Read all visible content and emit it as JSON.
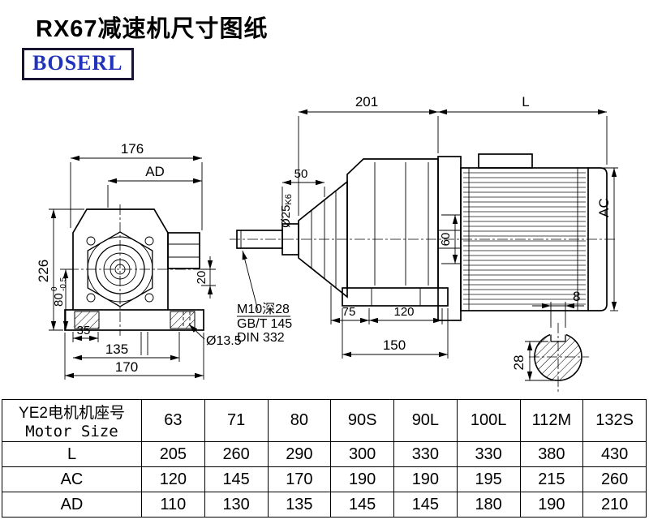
{
  "page": {
    "title": "RX67减速机尺寸图纸",
    "logo_text": "BOSERL",
    "colors": {
      "logo_text": "#2233bb",
      "logo_border": "#1a1433",
      "line": "#000000",
      "background": "#ffffff"
    }
  },
  "front_view": {
    "dim_width_top": "176",
    "dim_ad_label": "AD",
    "dim_height": "226",
    "dim_center_height": "80",
    "dim_center_height_tol_upper": "0",
    "dim_center_height_tol_lower": "-0.5",
    "dim_foot_offset": "35",
    "dim_hole_spacing": "135",
    "dim_base_width": "170",
    "dim_flange_offset": "20",
    "dim_foot_hole": "Ø13.5"
  },
  "side_view": {
    "dim_gearbox_length": "201",
    "dim_motor_length_label": "L",
    "dim_shaft_length": "50",
    "dim_shaft_dia": "Ø25",
    "dim_shaft_dia_tol": "K6",
    "dim_flange_pilot": "60",
    "dim_motor_dia_label": "AC",
    "note_line1": "M10深28",
    "note_line2": "GB/T 145",
    "note_line3": "DIN 332",
    "dim_foot_front": "75",
    "dim_foot_length": "120",
    "dim_base_length": "150"
  },
  "shaft_section": {
    "dim_key_width": "8",
    "dim_key_depth": "28"
  },
  "table": {
    "header": {
      "line1": "YE2电机机座号",
      "line2": "Motor Size"
    },
    "columns": [
      "63",
      "71",
      "80",
      "90S",
      "90L",
      "100L",
      "112M",
      "132S"
    ],
    "rows": [
      {
        "label": "L",
        "values": [
          "205",
          "260",
          "290",
          "300",
          "330",
          "330",
          "380",
          "430"
        ]
      },
      {
        "label": "AC",
        "values": [
          "120",
          "145",
          "170",
          "190",
          "190",
          "195",
          "215",
          "260"
        ]
      },
      {
        "label": "AD",
        "values": [
          "110",
          "130",
          "135",
          "145",
          "145",
          "180",
          "190",
          "210"
        ]
      }
    ]
  }
}
